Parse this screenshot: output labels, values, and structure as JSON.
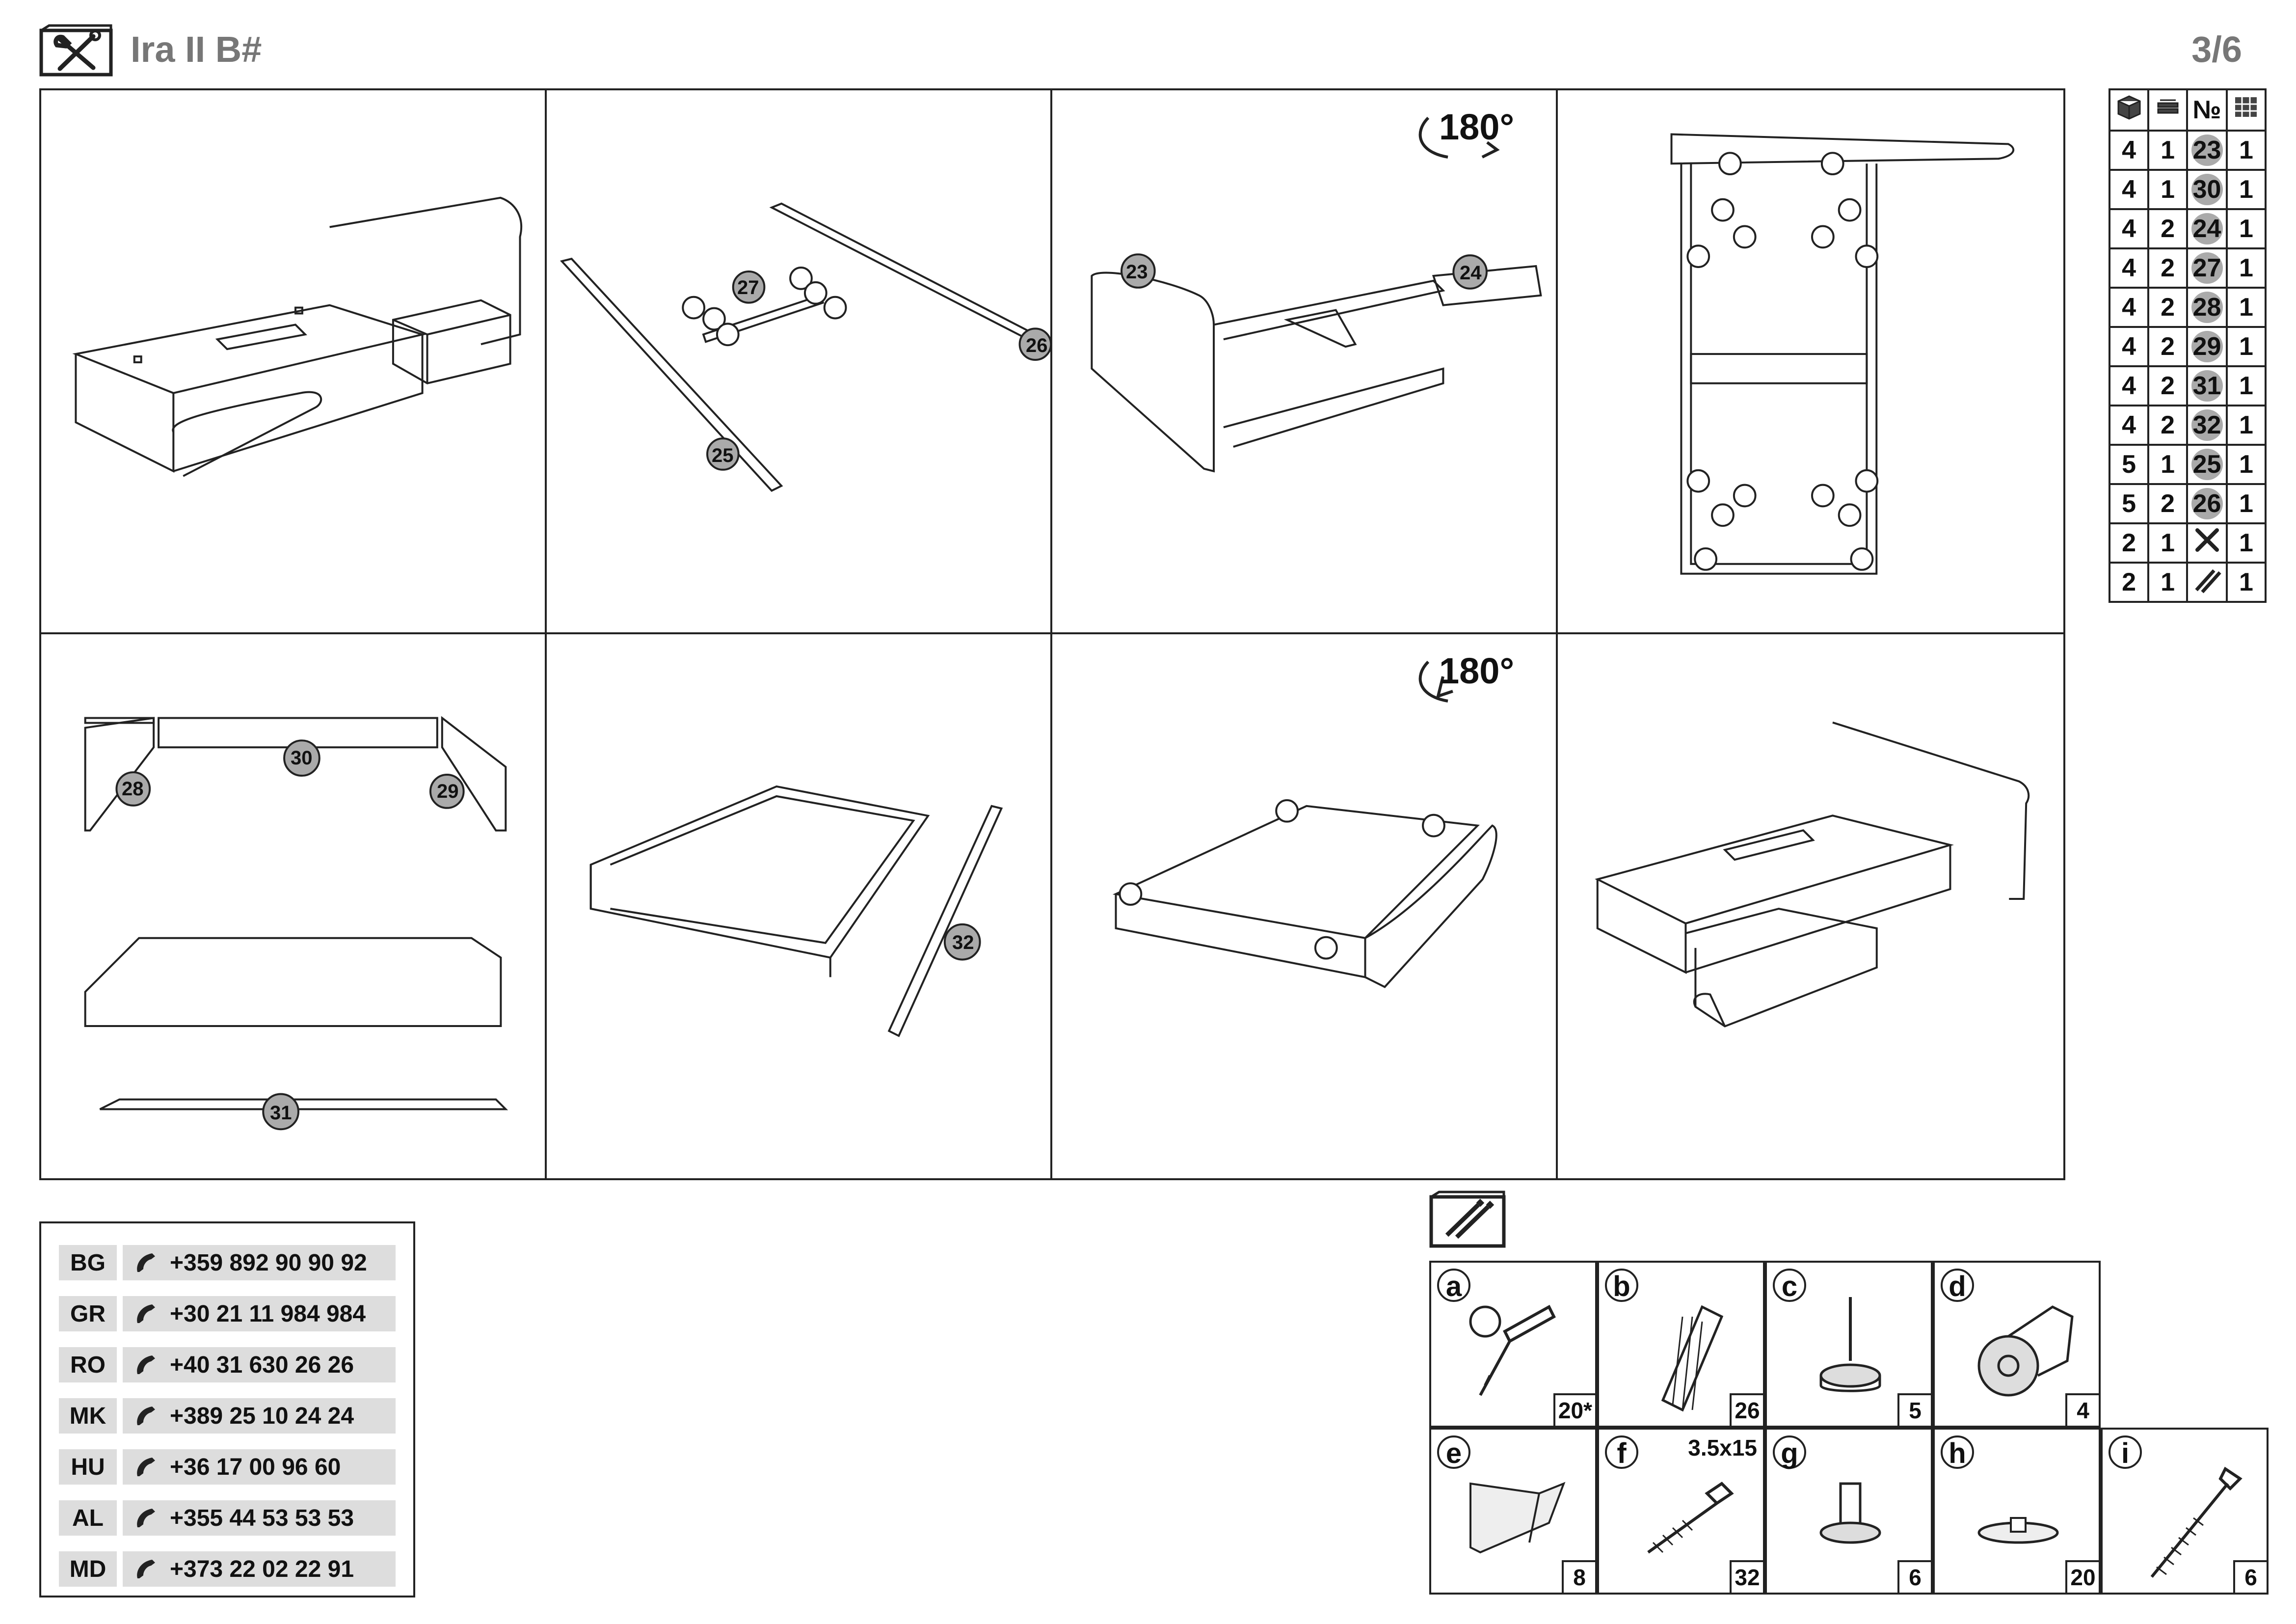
{
  "header": {
    "title": "Ira II B#",
    "page": "3/6"
  },
  "panels": [
    {
      "id": 1,
      "rotate_label": "",
      "labels": []
    },
    {
      "id": 2,
      "rotate_label": "",
      "labels": [
        "27",
        "25",
        "26"
      ]
    },
    {
      "id": 3,
      "rotate_label": "180°",
      "labels": [
        "23",
        "24"
      ]
    },
    {
      "id": 4,
      "rotate_label": "",
      "labels": []
    },
    {
      "id": 5,
      "rotate_label": "",
      "labels": [
        "30",
        "28",
        "29",
        "31"
      ]
    },
    {
      "id": 6,
      "rotate_label": "",
      "labels": [
        "32"
      ]
    },
    {
      "id": 7,
      "rotate_label": "180°",
      "labels": []
    },
    {
      "id": 8,
      "rotate_label": "",
      "labels": []
    }
  ],
  "parts_table": {
    "header_icons": [
      "box-icon",
      "stack-icon",
      "№",
      "grid-icon"
    ],
    "rows": [
      {
        "a": "4",
        "b": "1",
        "part": "23",
        "d": "1"
      },
      {
        "a": "4",
        "b": "1",
        "part": "30",
        "d": "1"
      },
      {
        "a": "4",
        "b": "2",
        "part": "24",
        "d": "1"
      },
      {
        "a": "4",
        "b": "2",
        "part": "27",
        "d": "1"
      },
      {
        "a": "4",
        "b": "2",
        "part": "28",
        "d": "1"
      },
      {
        "a": "4",
        "b": "2",
        "part": "29",
        "d": "1"
      },
      {
        "a": "4",
        "b": "2",
        "part": "31",
        "d": "1"
      },
      {
        "a": "4",
        "b": "2",
        "part": "32",
        "d": "1"
      },
      {
        "a": "5",
        "b": "1",
        "part": "25",
        "d": "1"
      },
      {
        "a": "5",
        "b": "2",
        "part": "26",
        "d": "1"
      },
      {
        "a": "2",
        "b": "1",
        "part": "tools-icon",
        "d": "1"
      },
      {
        "a": "2",
        "b": "1",
        "part": "hardware-icon",
        "d": "1"
      }
    ]
  },
  "phones": [
    {
      "code": "BG",
      "number": "+359 892 90 90 92"
    },
    {
      "code": "GR",
      "number": "+30 21 11 984 984"
    },
    {
      "code": "RO",
      "number": "+40 31 630 26 26"
    },
    {
      "code": "MK",
      "number": "+389 25 10 24 24"
    },
    {
      "code": "HU",
      "number": "+36 17 00 96 60"
    },
    {
      "code": "AL",
      "number": "+355 44 53 53 53"
    },
    {
      "code": "MD",
      "number": "+373 22 02 22 91"
    }
  ],
  "hardware": [
    {
      "id": "a",
      "qty": "20*",
      "size": "",
      "icon": "cam-lock-icon"
    },
    {
      "id": "b",
      "qty": "26",
      "size": "",
      "icon": "dowel-icon"
    },
    {
      "id": "c",
      "qty": "5",
      "size": "",
      "icon": "nail-glide-icon"
    },
    {
      "id": "d",
      "qty": "4",
      "size": "",
      "icon": "caster-wheel-icon"
    },
    {
      "id": "e",
      "qty": "8",
      "size": "",
      "icon": "bracket-icon"
    },
    {
      "id": "f",
      "qty": "32",
      "size": "3.5x15",
      "icon": "screw-icon"
    },
    {
      "id": "g",
      "qty": "6",
      "size": "",
      "icon": "glide-foot-icon"
    },
    {
      "id": "h",
      "qty": "20",
      "size": "",
      "icon": "cap-icon"
    },
    {
      "id": "i",
      "qty": "6",
      "size": "",
      "icon": "long-screw-icon"
    }
  ]
}
